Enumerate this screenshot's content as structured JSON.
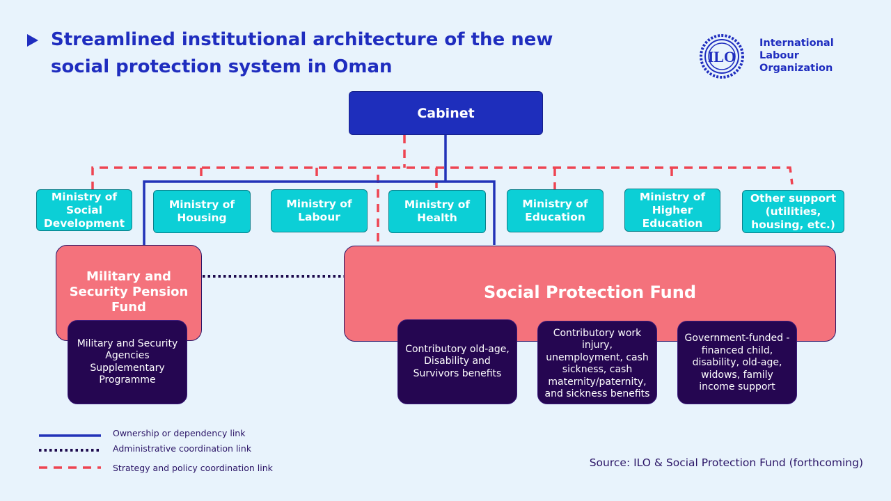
{
  "title": "Streamlined institutional architecture of the new social protection system in Oman",
  "logo": {
    "emblem_text": "ILO",
    "name_lines": [
      "International",
      "Labour",
      "Organization"
    ]
  },
  "cabinet": "Cabinet",
  "ministries": [
    "Ministry of Social Development",
    "Ministry of Housing",
    "Ministry of Labour",
    "Ministry of Health",
    "Ministry of Education",
    "Ministry of Higher Education",
    "Other support (utilities, housing, etc.)"
  ],
  "funds": {
    "military": "Military and Security Pension Fund",
    "social_protection": "Social Protection Fund"
  },
  "benefits": {
    "military_supplementary": "Military and Security Agencies Supplementary Programme",
    "contributory_old_age": "Contributory old-age, Disability and Survivors  benefits",
    "contributory_work_injury": "Contributory work injury, unemployment, cash sickness, cash maternity/paternity, and sickness benefits",
    "government_funded": "Government-funded -financed child, disability, old-age, widows, family income support"
  },
  "legend": {
    "ownership": "Ownership  or dependency  link",
    "administrative": "Administrative  coordination  link",
    "strategy": "Strategy and policy coordination  link"
  },
  "source": "Source: ILO  & Social Protection Fund (forthcoming)",
  "colors": {
    "title": "#1f2dbf",
    "cabinet": "#1e2ebc",
    "ministry": "#0ccfd6",
    "fund": "#f4727c",
    "benefit": "#250651",
    "ownership_link": "#2233b8",
    "administrative_link": "#1d0a4d",
    "strategy_link": "#ee4452",
    "background": "#e8f3fc"
  }
}
